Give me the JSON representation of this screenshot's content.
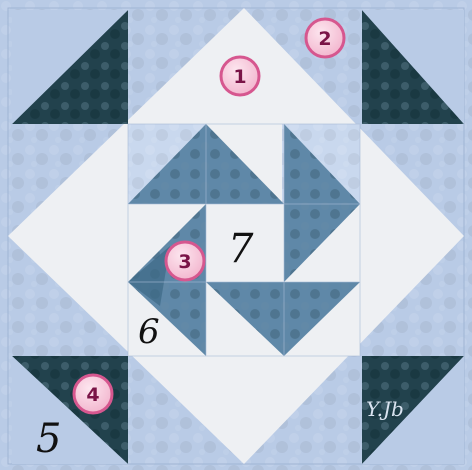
{
  "image": {
    "subject": "quilt-block",
    "colors": {
      "pale_blue": "#b9cbe6",
      "light_blue": "#c9d8ee",
      "cream": "#eef0f3",
      "medium_blue": "#5f88a8",
      "dark_teal": "#22424d",
      "badge_fill": "#f7c9dc",
      "badge_ring": "#d6578f",
      "badge_text": "#7a1447"
    }
  },
  "labels": {
    "badges": [
      "1",
      "2",
      "3",
      "4"
    ],
    "handwritten": [
      "5",
      "6",
      "7"
    ],
    "signature": "Y.Jb"
  }
}
